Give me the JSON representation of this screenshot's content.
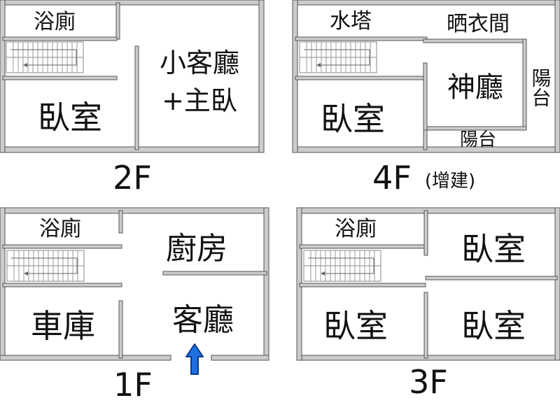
{
  "colors": {
    "wall_fill": "#cccccc",
    "wall_stroke": "#555555",
    "text": "#111111",
    "entrance_arrow": "#1f6fe0",
    "background": "#ffffff"
  },
  "floors": {
    "f2": {
      "label": "2F",
      "rooms": {
        "bath": "浴廁",
        "bedroom": "臥室",
        "living_line1": "小客廳",
        "living_line2": "+主臥"
      }
    },
    "f4": {
      "label": "4F",
      "note": "(增建)",
      "rooms": {
        "water_tower": "水塔",
        "laundry": "晒衣間",
        "shrine": "神廳",
        "balcony_right": "陽台",
        "balcony_bottom": "陽台",
        "bedroom": "臥室"
      }
    },
    "f1": {
      "label": "1F",
      "rooms": {
        "bath": "浴廁",
        "kitchen": "廚房",
        "garage": "車庫",
        "living": "客廳"
      },
      "entrance_icon": "up-arrow-icon"
    },
    "f3": {
      "label": "3F",
      "rooms": {
        "bath": "浴廁",
        "bedroom_top_right": "臥室",
        "bedroom_bottom_left": "臥室",
        "bedroom_bottom_right": "臥室"
      }
    }
  }
}
